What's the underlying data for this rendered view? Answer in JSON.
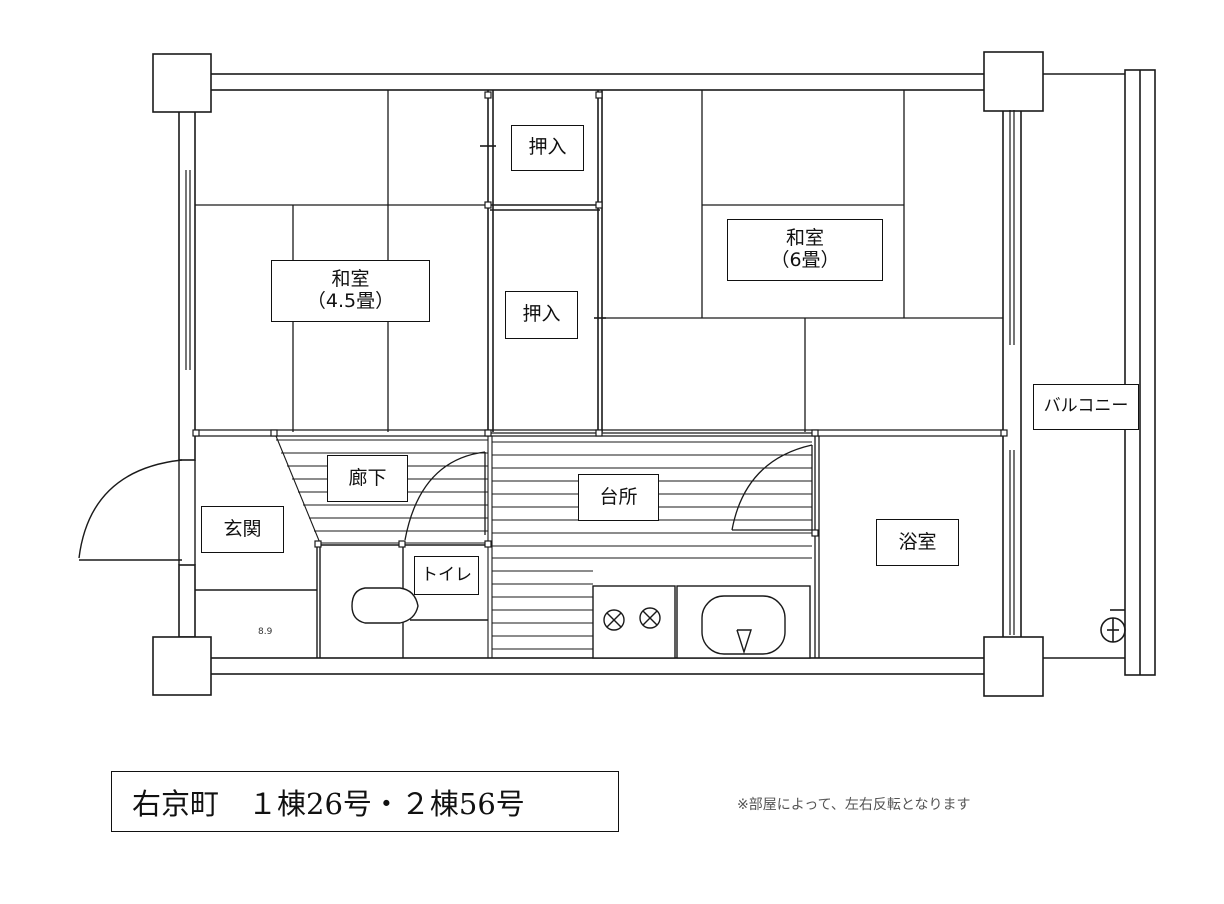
{
  "rooms": {
    "washitsu_45": {
      "name": "和室",
      "size": "（4.5畳）"
    },
    "washitsu_6": {
      "name": "和室",
      "size": "（6畳）"
    },
    "oshiire_1": "押入",
    "oshiire_2": "押入",
    "balcony": "バルコニー",
    "rouka": "廊下",
    "daidokoro": "台所",
    "genkan": "玄関",
    "yokushitsu": "浴室",
    "toilet": "トイレ"
  },
  "small_mark": "8.9",
  "title": "右京町　１棟26号・２棟56号",
  "note": "※部屋によって、左右反転となります"
}
